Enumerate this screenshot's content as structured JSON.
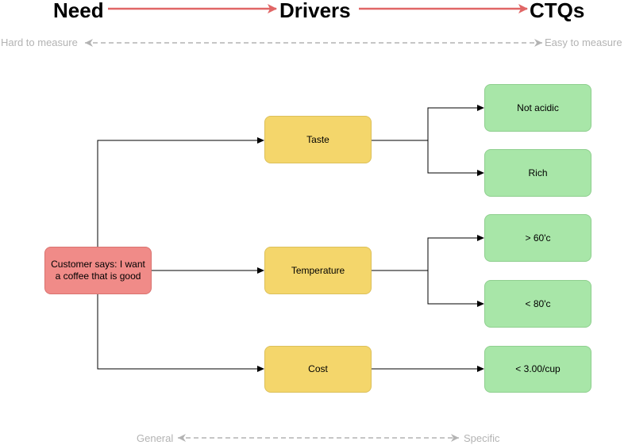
{
  "headings": {
    "need": "Need",
    "drivers": "Drivers",
    "ctqs": "CTQs"
  },
  "measure_scale": {
    "left": "Hard to measure",
    "right": "Easy to measure"
  },
  "specificity_scale": {
    "left": "General",
    "right": "Specific"
  },
  "need": {
    "label": "Customer says: I want a coffee that is good"
  },
  "drivers": [
    {
      "label": "Taste"
    },
    {
      "label": "Temperature"
    },
    {
      "label": "Cost"
    }
  ],
  "ctqs": [
    {
      "label": "Not acidic"
    },
    {
      "label": "Rich"
    },
    {
      "label": "> 60'c"
    },
    {
      "label": "< 80'c"
    },
    {
      "label": "< 3.00/cup"
    }
  ],
  "colors": {
    "heading_arrow": "#e06666",
    "scale_arrow": "#b3b3b3",
    "connector": "#000000",
    "need_fill": "#f08b88",
    "driver_fill": "#f4d66b",
    "ctq_fill": "#a8e6a8"
  }
}
